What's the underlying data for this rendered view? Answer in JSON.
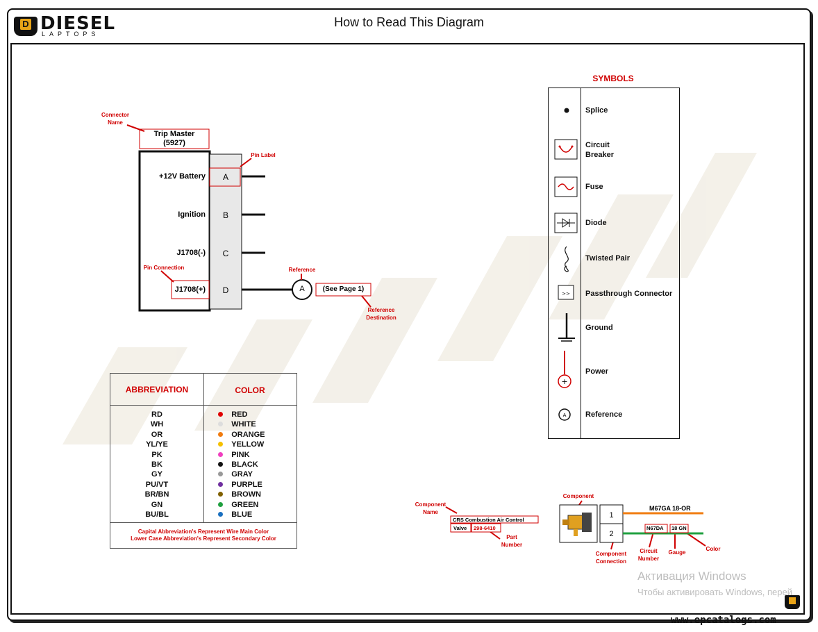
{
  "header": {
    "title": "How to Read This Diagram",
    "logo_text": "DIESEL",
    "logo_sub": "LAPTOPS"
  },
  "connector": {
    "name": "Trip Master",
    "code": "(5927)",
    "pins": [
      {
        "function": "+12V Battery",
        "label": "A"
      },
      {
        "function": "Ignition",
        "label": "B"
      },
      {
        "function": "J1708(-)",
        "label": "C"
      },
      {
        "function": "J1708(+)",
        "label": "D"
      }
    ],
    "reference_letter": "A",
    "reference_text": "(See Page 1)"
  },
  "annotations": {
    "connector_name": "Connector Name",
    "pin_label": "Pin Label",
    "pin_connection": "Pin Connection",
    "reference": "Reference",
    "reference_destination": "Reference Destination",
    "component_name": "Component Name",
    "part_number": "Part Number",
    "component": "Component",
    "component_connection": "Component Connection",
    "circuit_number": "Circuit Number",
    "gauge": "Gauge",
    "color": "Color"
  },
  "symbols": {
    "title": "SYMBOLS",
    "items": [
      {
        "label": "Splice",
        "icon": "splice-dot"
      },
      {
        "label": "Circuit Breaker",
        "icon": "circuit-breaker"
      },
      {
        "label": "Fuse",
        "icon": "fuse"
      },
      {
        "label": "Diode",
        "icon": "diode"
      },
      {
        "label": "Twisted Pair",
        "icon": "twisted-pair"
      },
      {
        "label": "Passthrough Connector",
        "icon": "passthrough"
      },
      {
        "label": "Ground",
        "icon": "ground"
      },
      {
        "label": "Power",
        "icon": "power"
      },
      {
        "label": "Reference",
        "icon": "reference"
      }
    ],
    "passthrough_glyph": ">>",
    "reference_glyph": "A",
    "power_glyph": "+"
  },
  "abbreviations": {
    "header_abbr": "ABBREVIATION",
    "header_color": "COLOR",
    "rows": [
      {
        "abbr": "RD",
        "color": "RED",
        "hex": "#e00000"
      },
      {
        "abbr": "WH",
        "color": "WHITE",
        "hex": "#dddddd"
      },
      {
        "abbr": "OR",
        "color": "ORANGE",
        "hex": "#f07c10"
      },
      {
        "abbr": "YL/YE",
        "color": "YELLOW",
        "hex": "#f5c000"
      },
      {
        "abbr": "PK",
        "color": "PINK",
        "hex": "#f040c0"
      },
      {
        "abbr": "BK",
        "color": "BLACK",
        "hex": "#111111"
      },
      {
        "abbr": "GY",
        "color": "GRAY",
        "hex": "#999999"
      },
      {
        "abbr": "PU/VT",
        "color": "PURPLE",
        "hex": "#7030a0"
      },
      {
        "abbr": "BR/BN",
        "color": "BROWN",
        "hex": "#806000"
      },
      {
        "abbr": "GN",
        "color": "GREEN",
        "hex": "#20a040"
      },
      {
        "abbr": "BU/BL",
        "color": "BLUE",
        "hex": "#1a70c0"
      }
    ],
    "footnote_1": "Capital Abbreviation's Represent Wire Main Color",
    "footnote_2": "Lower Case Abbreviation's Represent Secondary Color"
  },
  "component_example": {
    "name": "CRS Combustion Air Control",
    "valve_label": "Valve",
    "part_number": "298-6410",
    "pin_1": "1",
    "pin_2": "2",
    "wire_1": "M67GA 18-OR",
    "circuit_number": "N67DA",
    "gauge_color": "18 GN",
    "gauge": "18",
    "color_code": "GN",
    "wire_1_color": "#f07c10",
    "wire_2_color": "#20a040"
  },
  "watermark": {
    "line1": "Активация Windows",
    "line2": "Чтобы активировать Windows, перей"
  },
  "footer": {
    "site": "www.epcatalogs.com"
  }
}
